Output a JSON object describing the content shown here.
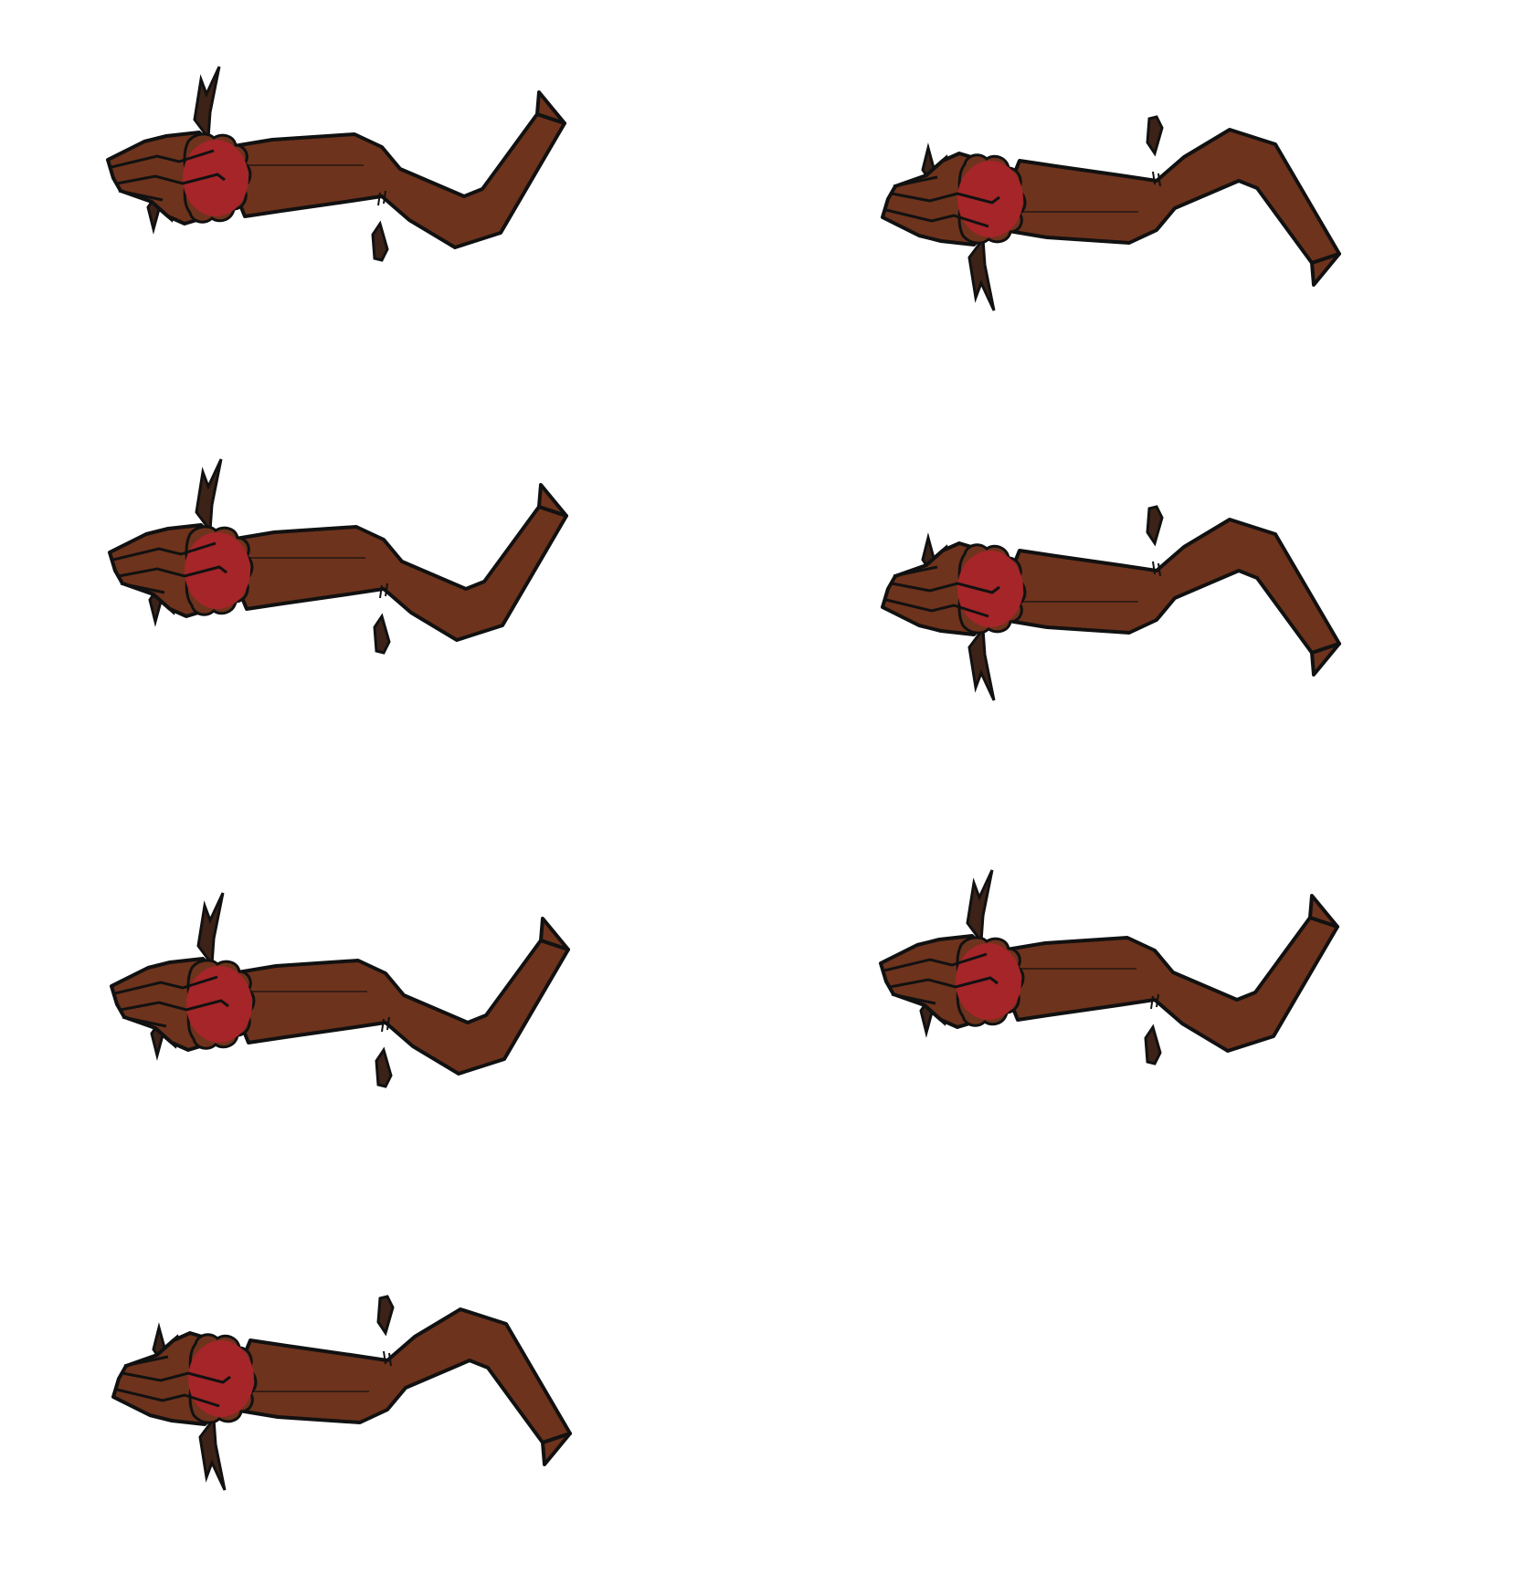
{
  "sheet": {
    "frame_count": 7,
    "columns": 2,
    "rows": 4,
    "background": "#ffffff"
  },
  "palette": {
    "body": "#6e331c",
    "outline": "#111111",
    "mane": "#a52529",
    "limb": "#3d2217"
  },
  "frames": [
    {
      "index": 1,
      "icon": "creature-sprite"
    },
    {
      "index": 2,
      "icon": "creature-sprite"
    },
    {
      "index": 3,
      "icon": "creature-sprite"
    },
    {
      "index": 4,
      "icon": "creature-sprite"
    },
    {
      "index": 5,
      "icon": "creature-sprite"
    },
    {
      "index": 6,
      "icon": "creature-sprite"
    },
    {
      "index": 7,
      "icon": "creature-sprite"
    }
  ]
}
